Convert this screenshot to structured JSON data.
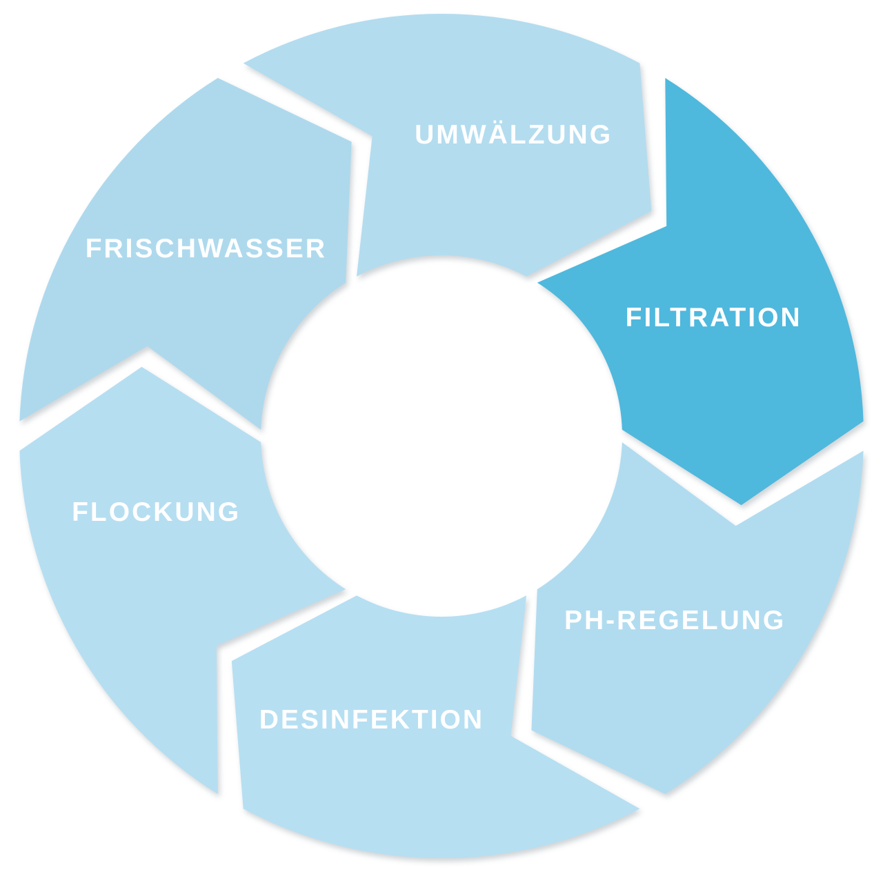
{
  "diagram": {
    "kind": "cycle-wheel",
    "direction": "clockwise",
    "background_color": "#ffffff",
    "label_text_color": "#ffffff",
    "highlight_color": "#4fb8dd",
    "segment_count": 6,
    "segments": [
      {
        "label": "UMWÄLZUNG",
        "color": "#b3dcef",
        "highlighted": false,
        "start_angle": 242,
        "end_angle": 298,
        "label_angle": 283.5,
        "label_radius": 448
      },
      {
        "label": "FILTRATION",
        "color": "#4fb8dd",
        "highlighted": true,
        "start_angle": 302,
        "end_angle": 358,
        "label_angle": 336.6,
        "label_radius": 430
      },
      {
        "label": "PH-REGELUNG",
        "color": "#b1dcf0",
        "highlighted": false,
        "start_angle": 2,
        "end_angle": 58,
        "label_angle": 38.4,
        "label_radius": 432
      },
      {
        "label": "DESINFEKTION",
        "color": "#b6dff2",
        "highlighted": false,
        "start_angle": 62,
        "end_angle": 118,
        "label_angle": 103.8,
        "label_radius": 424
      },
      {
        "label": "FLOCKUNG",
        "color": "#b6def1",
        "highlighted": false,
        "start_angle": 122,
        "end_angle": 178,
        "label_angle": 165.0,
        "label_radius": 428
      },
      {
        "label": "FRISCHWASSER",
        "color": "#aed9ed",
        "highlighted": false,
        "start_angle": 182,
        "end_angle": 238,
        "label_angle": 218.5,
        "label_radius": 436
      }
    ]
  }
}
